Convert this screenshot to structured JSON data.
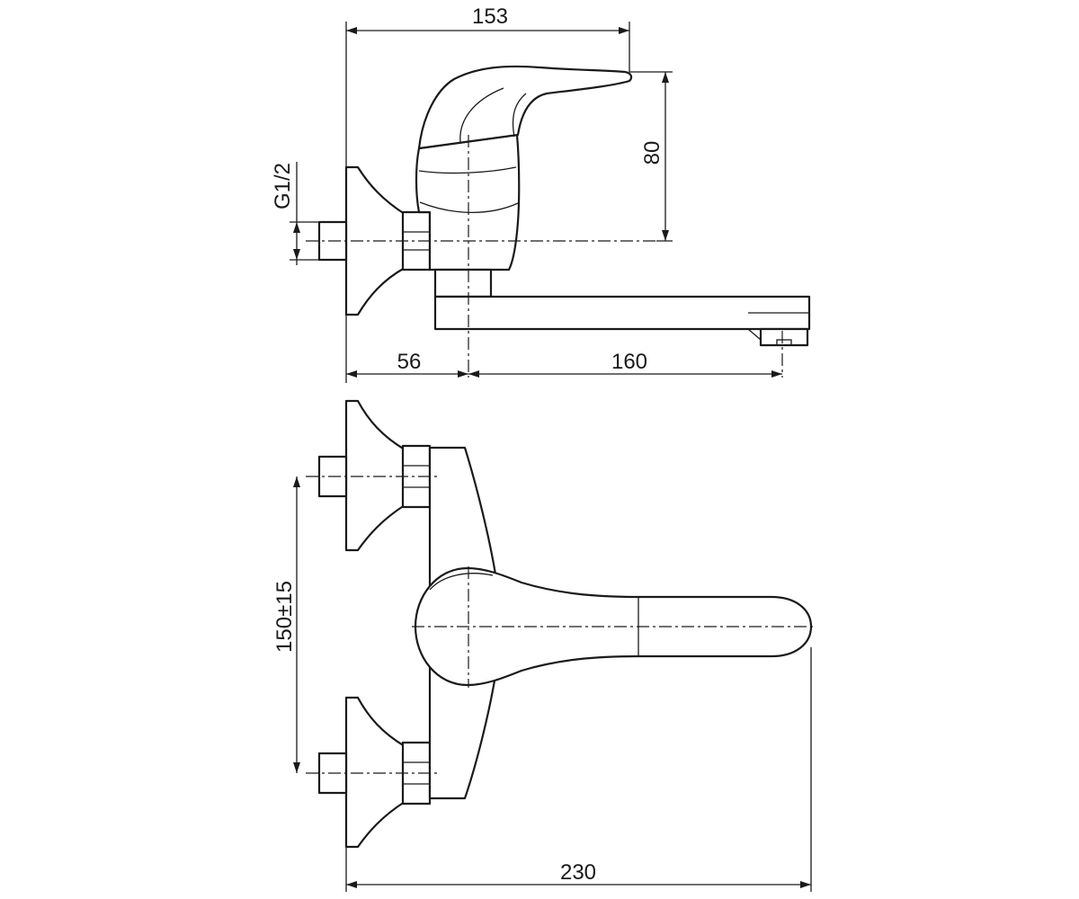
{
  "side_view": {
    "dimensions": {
      "overall_reach": "153",
      "height": "80",
      "thread": "G1/2",
      "wall_offset": "56",
      "spout_length": "160"
    }
  },
  "top_view": {
    "dimensions": {
      "connection_spacing": "150±15",
      "overall_length": "230"
    }
  },
  "line_color": "#1a1a1a"
}
